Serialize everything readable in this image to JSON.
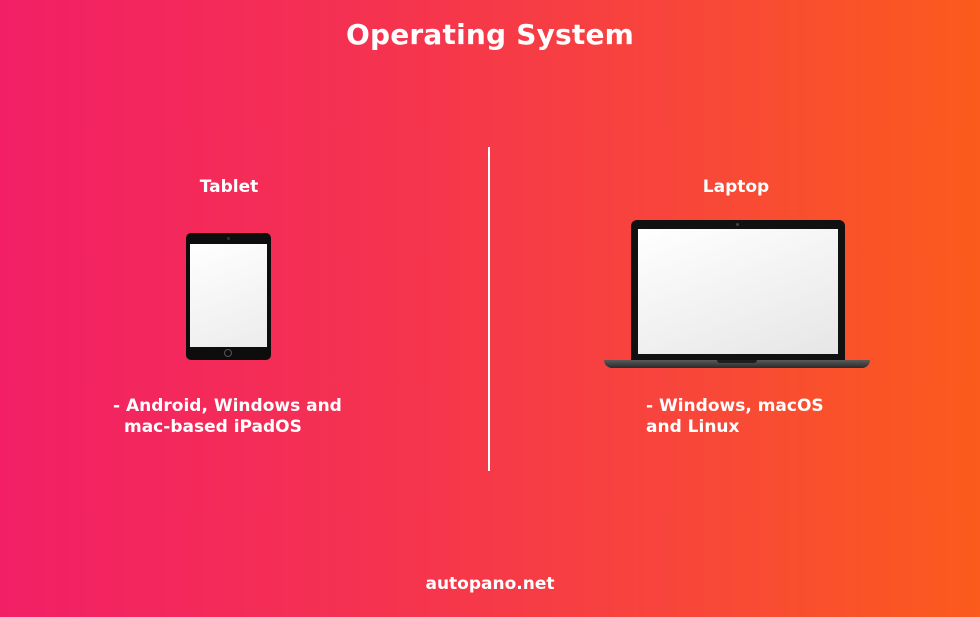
{
  "title": "Operating System",
  "columns": {
    "left": {
      "heading": "Tablet",
      "icon": "tablet-icon",
      "desc_line1": "- Android, Windows and",
      "desc_line2": "mac-based iPadOS"
    },
    "right": {
      "heading": "Laptop",
      "icon": "laptop-icon",
      "desc_line1": "- Windows, macOS",
      "desc_line2": "and Linux"
    }
  },
  "footer": "autopano.net",
  "colors": {
    "gradient_start": "#f21f66",
    "gradient_end": "#fb5b1c",
    "text": "#ffffff"
  }
}
